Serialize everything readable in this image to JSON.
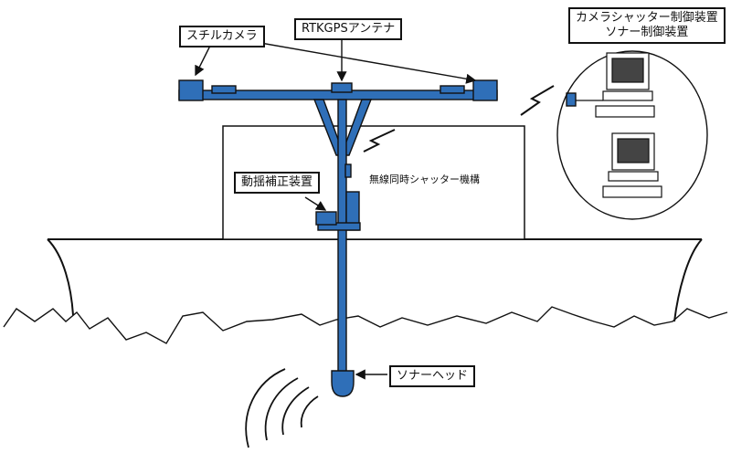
{
  "labels": {
    "still_camera": "スチルカメラ",
    "rtk_gps_antenna": "RTKGPSアンテナ",
    "controller_line1": "カメラシャッター制御装置",
    "controller_line2": "ソナー制御装置",
    "motion_compensator": "動揺補正装置",
    "wireless_shutter": "無線同時シャッター機構",
    "sonar_head": "ソナーヘッド"
  },
  "colors": {
    "equipment_blue": "#2f6fb8",
    "outline": "#111111"
  }
}
